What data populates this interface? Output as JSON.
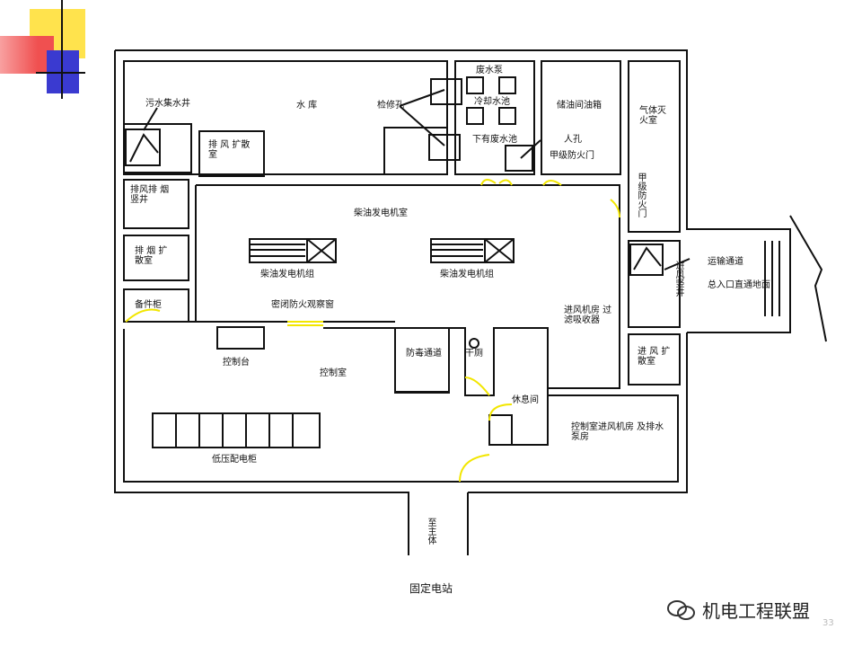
{
  "colors": {
    "line": "#111111",
    "door": "#f2e600",
    "deco_yellow": "#ffe34d",
    "deco_red": "#f05050",
    "deco_blue": "#3a3ad0",
    "green": "#22aa22"
  },
  "labels": {
    "sewage_well": "污水集水井",
    "reservoir": "水   库",
    "waste_pump": "废水泵",
    "access_hole": "检修孔",
    "cooling_pool": "冷却水池",
    "waste_pool": "下有废水池",
    "oil_room": "储油间油箱",
    "manhole": "人孔",
    "blast_door_a": "甲级防火门",
    "gas_fire_room": "气体灭火室",
    "blast_door_b": "甲级防火门",
    "exhaust_room": "排 风 扩散室",
    "exhaust_smoke_well": "排风排 烟竖井",
    "smoke_room": "排 烟 扩散室",
    "spare_cabinet": "备件柜",
    "generator_hall": "柴油发电机室",
    "gen_set_1": "柴油发电机组",
    "gen_set_2": "柴油发电机组",
    "window": "密闭防火观察窗",
    "filter_room": "进风机房 过滤吸收器",
    "transport_path": "运输通道",
    "entrance": "总入口直通地面",
    "intake_shaft": "进风竖井",
    "intake_room": "进 风 扩散室",
    "anti_gas": "防毒通道",
    "dry_toilet": "干厕",
    "console": "控制台",
    "control_room": "控制室",
    "rest_room": "休息间",
    "control_fan_room": "控制室进风机房 及排水泵房",
    "lv_cabinet": "低压配电柜",
    "main_corridor": "至主体",
    "station_title": "固定电站"
  },
  "watermark": "机电工程联盟",
  "page_number": "33"
}
